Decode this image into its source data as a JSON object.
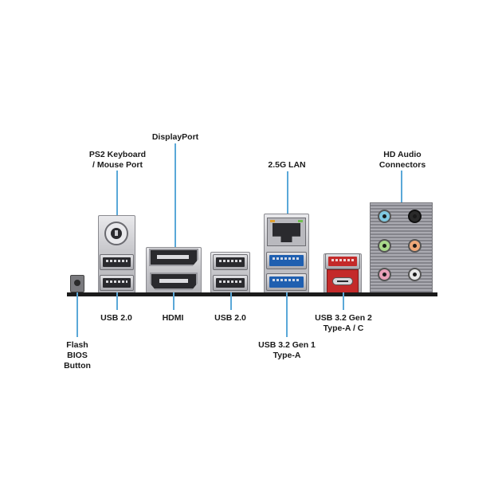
{
  "labels": {
    "displayport": "DisplayPort",
    "ps2": "PS2 Keyboard\n/ Mouse Port",
    "lan": "2.5G LAN",
    "hd_audio": "HD Audio\nConnectors",
    "usb20_left": "USB 2.0",
    "hdmi": "HDMI",
    "usb20_mid": "USB 2.0",
    "usb32_gen2": "USB 3.2 Gen 2\nType-A / C",
    "usb32_gen1": "USB 3.2 Gen 1\nType-A",
    "flash_bios": "Flash\nBIOS\nButton"
  },
  "colors": {
    "leader_line": "#5aa8d8",
    "usb3_blue": "#1f5fb0",
    "usb_red": "#c42a2a",
    "audio_light_blue": "#7fc8e0",
    "audio_lime": "#a8d88a",
    "audio_pink": "#e8a0b8",
    "audio_orange": "#f0a878",
    "audio_black": "#2a2a2a",
    "audio_grey": "#e8e8e8"
  },
  "icons": {
    "ps2_port": "ps2-port-icon",
    "usb_a_port": "usb-a-port-icon",
    "displayport_port": "displayport-port-icon",
    "hdmi_port": "hdmi-port-icon",
    "lan_port": "ethernet-port-icon",
    "usb_c_port": "usb-c-port-icon",
    "audio_jack": "audio-jack-icon",
    "flash_button": "push-button-icon"
  }
}
